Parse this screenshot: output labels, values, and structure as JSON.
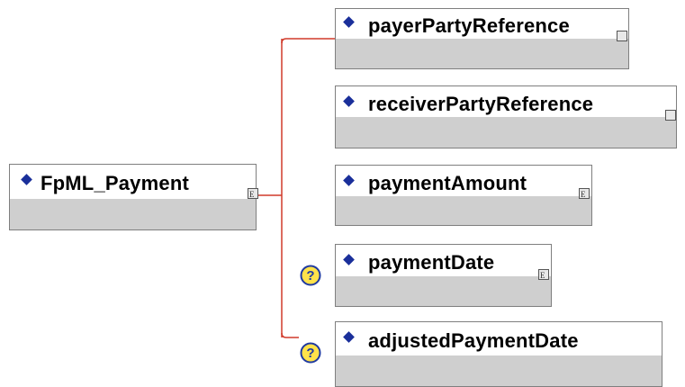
{
  "root": {
    "label": "FpML_Payment"
  },
  "children": [
    {
      "label": "payerPartyReference",
      "optional": false,
      "expander": "empty"
    },
    {
      "label": "receiverPartyReference",
      "optional": false,
      "expander": "empty"
    },
    {
      "label": "paymentAmount",
      "optional": false,
      "expander": "complex"
    },
    {
      "label": "paymentDate",
      "optional": true,
      "expander": "complex"
    },
    {
      "label": "adjustedPaymentDate",
      "optional": true,
      "expander": "none"
    }
  ],
  "colors": {
    "connector": "#d03a2a",
    "diamond": "#1a2f9a",
    "optional_ring": "#1f3aa0",
    "optional_fill": "#ffe24a"
  },
  "icons": {
    "element": "diamond-icon",
    "complex_type": "complex-type-icon",
    "optional": "question-mark-icon"
  }
}
